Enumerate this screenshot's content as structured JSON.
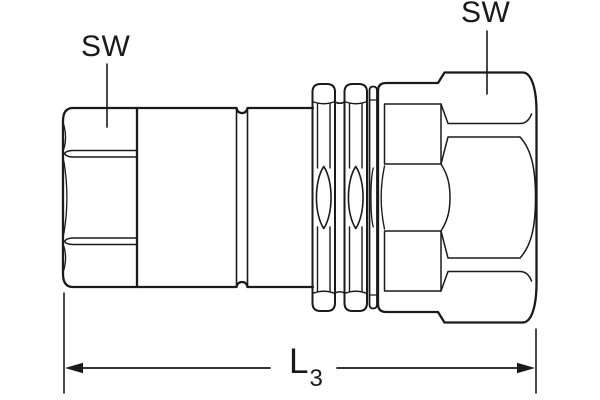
{
  "labels": {
    "sw_left": "SW",
    "sw_right": "SW",
    "dim_letter": "L",
    "dim_sub": "3"
  },
  "colors": {
    "line": "#1a1a1a",
    "background": "#ffffff"
  }
}
